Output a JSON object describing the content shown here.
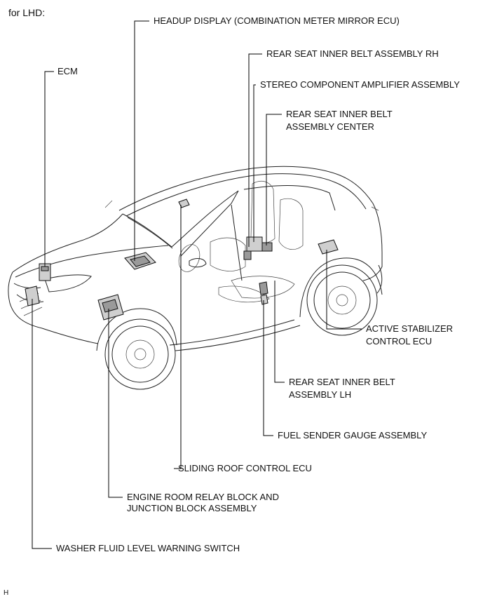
{
  "header": "for LHD:",
  "figure_code": "H",
  "labels": {
    "hud": "HEADUP DISPLAY (COMBINATION METER MIRROR ECU)",
    "rs_rh": "REAR SEAT INNER BELT ASSEMBLY RH",
    "stereo": "STEREO COMPONENT AMPLIFIER ASSEMBLY",
    "rs_center_1": "REAR SEAT INNER BELT",
    "rs_center_2": "ASSEMBLY CENTER",
    "ecm": "ECM",
    "stab_1": "ACTIVE STABILIZER",
    "stab_2": "CONTROL ECU",
    "rs_lh_1": "REAR SEAT INNER BELT",
    "rs_lh_2": "ASSEMBLY LH",
    "fuel": "FUEL SENDER GAUGE ASSEMBLY",
    "roof": "SLIDING ROOF CONTROL ECU",
    "relay_1": "ENGINE ROOM RELAY BLOCK AND",
    "relay_2": "JUNCTION BLOCK ASSEMBLY",
    "washer": "WASHER FLUID LEVEL WARNING SWITCH"
  }
}
